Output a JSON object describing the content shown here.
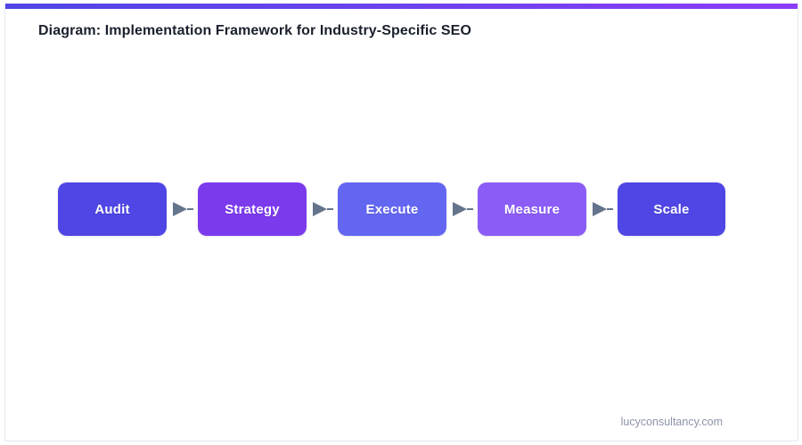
{
  "page": {
    "title": "Diagram: Implementation Framework for Industry-Specific SEO",
    "footer_url": "lucyconsultancy.com",
    "accent_gradient_start": "#4f46e5",
    "accent_gradient_end": "#8b3df7",
    "background": "#ffffff",
    "border_color": "#e3e8f0",
    "title_color": "#1a202c",
    "footer_color": "#8b93a7"
  },
  "diagram": {
    "type": "process-flow",
    "orientation": "horizontal",
    "connector_color": "#64748b",
    "connector_icon": "arrow-right-icon",
    "nodes": [
      {
        "label": "Audit",
        "color": "#4f46e5",
        "width": 122
      },
      {
        "label": "Strategy",
        "color": "#7c3aed",
        "width": 122
      },
      {
        "label": "Execute",
        "color": "#6366f1",
        "width": 122
      },
      {
        "label": "Measure",
        "color": "#8b5cf6",
        "width": 122
      },
      {
        "label": "Scale",
        "color": "#4f46e5",
        "width": 121
      }
    ]
  }
}
